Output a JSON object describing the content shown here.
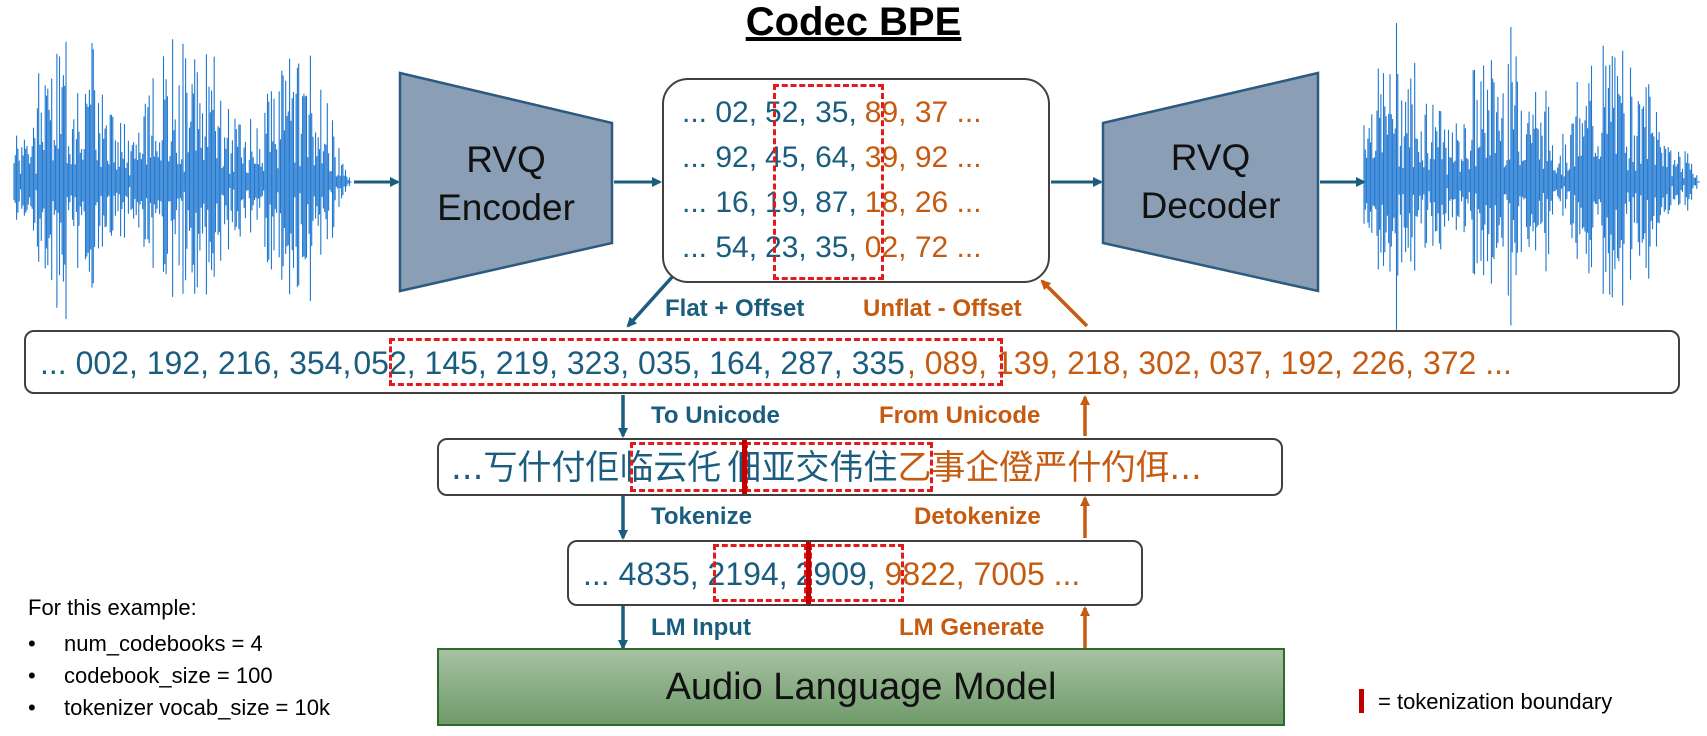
{
  "title": "Codec BPE",
  "encoder": {
    "line1": "RVQ",
    "line2": "Encoder"
  },
  "decoder": {
    "line1": "RVQ",
    "line2": "Decoder"
  },
  "codes": {
    "rows": [
      {
        "prefix": "... 02,",
        "boxed": "52, 35,",
        "suffix": "89, 37 ..."
      },
      {
        "prefix": "... 92,",
        "boxed": "45, 64,",
        "suffix": "39, 92 ..."
      },
      {
        "prefix": "... 16,",
        "boxed": "19, 87,",
        "suffix": "18, 26 ..."
      },
      {
        "prefix": "... 54,",
        "boxed": "23, 35,",
        "suffix": "02, 72 ..."
      }
    ]
  },
  "flat": {
    "prefix": "... 002, 192, 216, 354,",
    "boxed": "052, 145, 219, 323, 035, 164, 287, 335",
    "suffix": ", 089, 139, 218, 302, 037, 192, 226, 372 ..."
  },
  "unicode": {
    "prefix": "...丂什付佢",
    "boxed1": "临云仛",
    "boxed2": "佃亚交伟住",
    "suffix": "乙事企僜严什仢佴..."
  },
  "tokens": {
    "prefix": "... 4835,",
    "boxed1": "2194,",
    "boxed2": "2909,",
    "suffix": "9822, 7005 ..."
  },
  "model": {
    "label": "Audio Language Model"
  },
  "arrows": {
    "flat_offset": "Flat + Offset",
    "unflat_offset": "Unflat - Offset",
    "to_unicode": "To Unicode",
    "from_unicode": "From Unicode",
    "tokenize": "Tokenize",
    "detokenize": "Detokenize",
    "lm_input": "LM Input",
    "lm_generate": "LM Generate"
  },
  "example": {
    "heading": "For this example:",
    "items": [
      "num_codebooks = 4",
      "codebook_size = 100",
      "tokenizer vocab_size = 10k"
    ]
  },
  "legend": {
    "label": "= tokenization boundary"
  },
  "colors": {
    "blue": "#1a5d7e",
    "orange": "#c55a11",
    "dash": "#e31a1c",
    "boundary": "#c00000",
    "model_bg": "#8fb08a",
    "wave": "#1f77d0"
  }
}
